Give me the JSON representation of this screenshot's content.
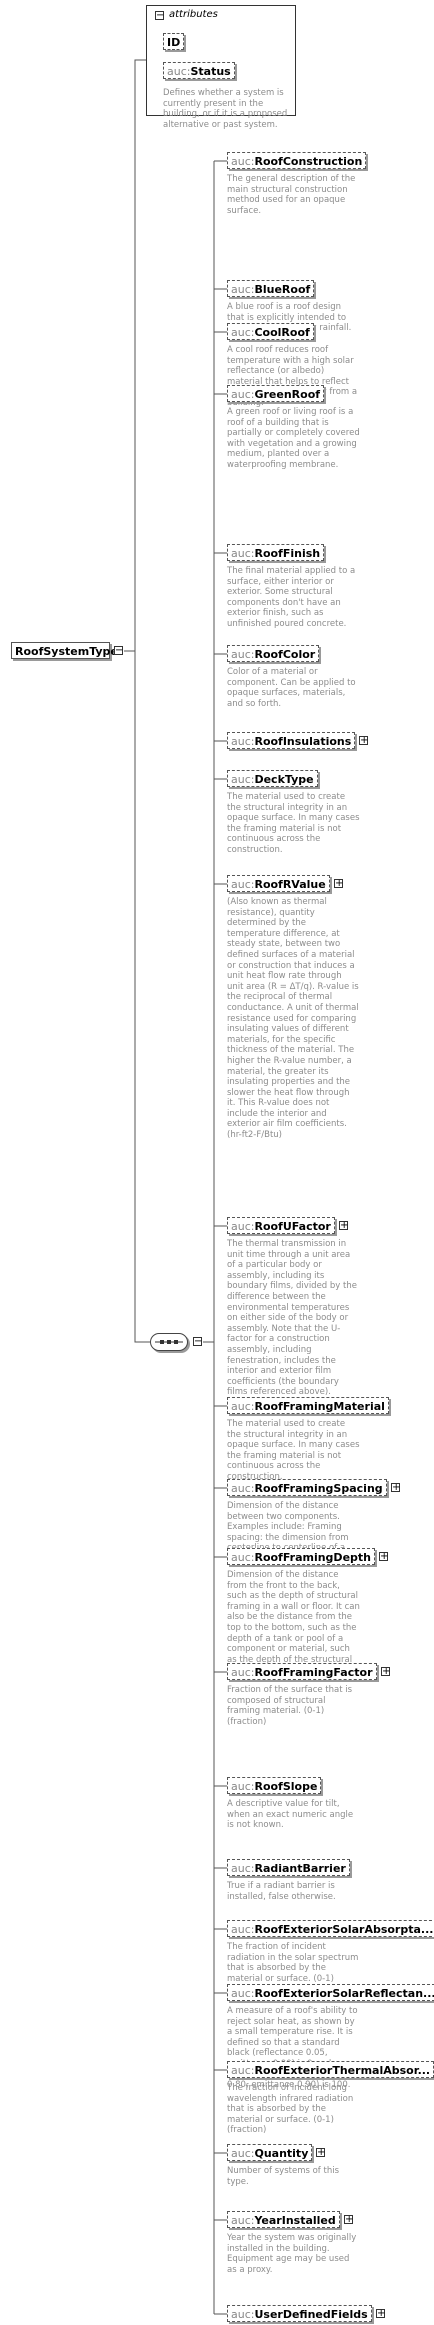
{
  "root": {
    "name": "RoofSystemType"
  },
  "attributes": {
    "title": "attributes",
    "items": [
      {
        "ns": "",
        "name": "ID",
        "desc": ""
      },
      {
        "ns": "auc:",
        "name": "Status",
        "desc": "Defines whether a system is currently present in the building, or if it is a proposed alternative or past system."
      }
    ]
  },
  "elements": [
    {
      "ns": "auc:",
      "name": "RoofConstruction",
      "desc": "The general description of the main structural construction method used for an opaque surface."
    },
    {
      "ns": "auc:",
      "name": "BlueRoof",
      "desc": "A blue roof is a roof design that is explicitly intended to store water, typically rainfall."
    },
    {
      "ns": "auc:",
      "name": "CoolRoof",
      "desc": "A cool roof reduces roof temperature with a high solar reflectance (or albedo) material that helps to reflect sunlight and heat away from a building."
    },
    {
      "ns": "auc:",
      "name": "GreenRoof",
      "desc": "A green roof or living roof is a roof of a building that is partially or completely covered with vegetation and a growing medium, planted over a waterproofing membrane."
    },
    {
      "ns": "auc:",
      "name": "RoofFinish",
      "desc": "The final material applied to a surface, either interior or exterior. Some structural components don't have an exterior finish, such as unfinished poured concrete."
    },
    {
      "ns": "auc:",
      "name": "RoofColor",
      "desc": "Color of a material or component. Can be applied to opaque surfaces, materials, and so forth."
    },
    {
      "ns": "auc:",
      "name": "RoofInsulations",
      "desc": ""
    },
    {
      "ns": "auc:",
      "name": "DeckType",
      "desc": "The material used to create the structural integrity in an opaque surface. In many cases the framing material is not continuous across the construction."
    },
    {
      "ns": "auc:",
      "name": "RoofRValue",
      "desc": "(Also known as thermal resistance), quantity determined by the temperature difference, at steady state, between two defined surfaces of a material or construction that induces a unit heat flow rate through unit area (R = ΔT/q). R-value is the reciprocal of thermal conductance. A unit of thermal resistance used for comparing insulating values of different materials, for the specific thickness of the material. The higher the R-value number, a material, the greater its insulating properties and the slower the heat flow through it. This R-value does not include the interior and exterior air film coefficients. (hr-ft2-F/Btu)"
    },
    {
      "ns": "auc:",
      "name": "RoofUFactor",
      "desc": "The thermal transmission in unit time through a unit area of a particular body or assembly, including its boundary films, divided by the difference between the environmental temperatures on either side of the body or assembly. Note that the U-factor for a construction assembly, including fenestration, includes the interior and exterior film coefficients (the boundary films referenced above). (Btu/hr·ft2·°F)"
    },
    {
      "ns": "auc:",
      "name": "RoofFramingMaterial",
      "desc": "The material used to create the structural integrity in an opaque surface. In many cases the framing material is not continuous across the construction."
    },
    {
      "ns": "auc:",
      "name": "RoofFramingSpacing",
      "desc": "Dimension of the distance between two components. Examples include: Framing spacing: the dimension from centerline to centerline of a surface framing material. (in.)"
    },
    {
      "ns": "auc:",
      "name": "RoofFramingDepth",
      "desc": "Dimension of the distance from the front to the back, such as the depth of structural framing in a wall or floor. It can also be the distance from the top to the bottom, such as the depth of a tank or pool of a component or material, such as the depth of the structural framing. (in.)"
    },
    {
      "ns": "auc:",
      "name": "RoofFramingFactor",
      "desc": "Fraction of the surface that is composed of structural framing material. (0-1) (fraction)"
    },
    {
      "ns": "auc:",
      "name": "RoofSlope",
      "desc": "A descriptive value for tilt, when an exact numeric angle is not known."
    },
    {
      "ns": "auc:",
      "name": "RadiantBarrier",
      "desc": "True if a radiant barrier is installed, false otherwise."
    },
    {
      "ns": "auc:",
      "name": "RoofExteriorSolarAbsorpta...",
      "desc": "The fraction of incident radiation in the solar spectrum that is absorbed by the material or surface. (0-1) (fraction)"
    },
    {
      "ns": "auc:",
      "name": "RoofExteriorSolarReflectan...",
      "desc": "A measure of a roof's ability to reject solar heat, as shown by a small temperature rise. It is defined so that a standard black (reflectance 0.05, emittance 0.90) is 0 and a standard white (reflectance 0.80, emittance 0.90) is 100."
    },
    {
      "ns": "auc:",
      "name": "RoofExteriorThermalAbsor...",
      "desc": "The fraction of incident long wavelength infrared radiation that is absorbed by the material or surface. (0-1) (fraction)"
    },
    {
      "ns": "auc:",
      "name": "Quantity",
      "desc": "Number of systems of this type."
    },
    {
      "ns": "auc:",
      "name": "YearInstalled",
      "desc": "Year the system was originally installed in the building. Equipment age may be used as a proxy."
    },
    {
      "ns": "auc:",
      "name": "UserDefinedFields",
      "desc": ""
    }
  ]
}
